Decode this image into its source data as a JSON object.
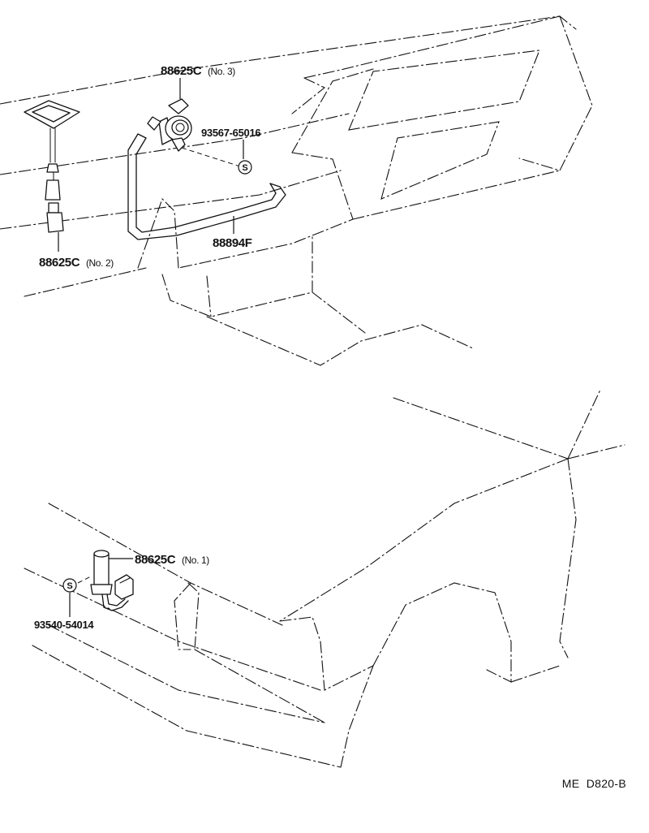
{
  "callouts": {
    "part_88625c_no3": {
      "number": "88625C",
      "suffix": "(No. 3)"
    },
    "part_93567": {
      "number": "93567-65016"
    },
    "part_88625c_no2": {
      "number": "88625C",
      "suffix": "(No. 2)"
    },
    "part_88894f": {
      "number": "88894F"
    },
    "part_88625c_no1": {
      "number": "88625C",
      "suffix": "(No. 1)"
    },
    "part_93540": {
      "number": "93540-54014"
    }
  },
  "symbols": {
    "s_mark": "S"
  },
  "diagram_code": "ME  D820-B"
}
